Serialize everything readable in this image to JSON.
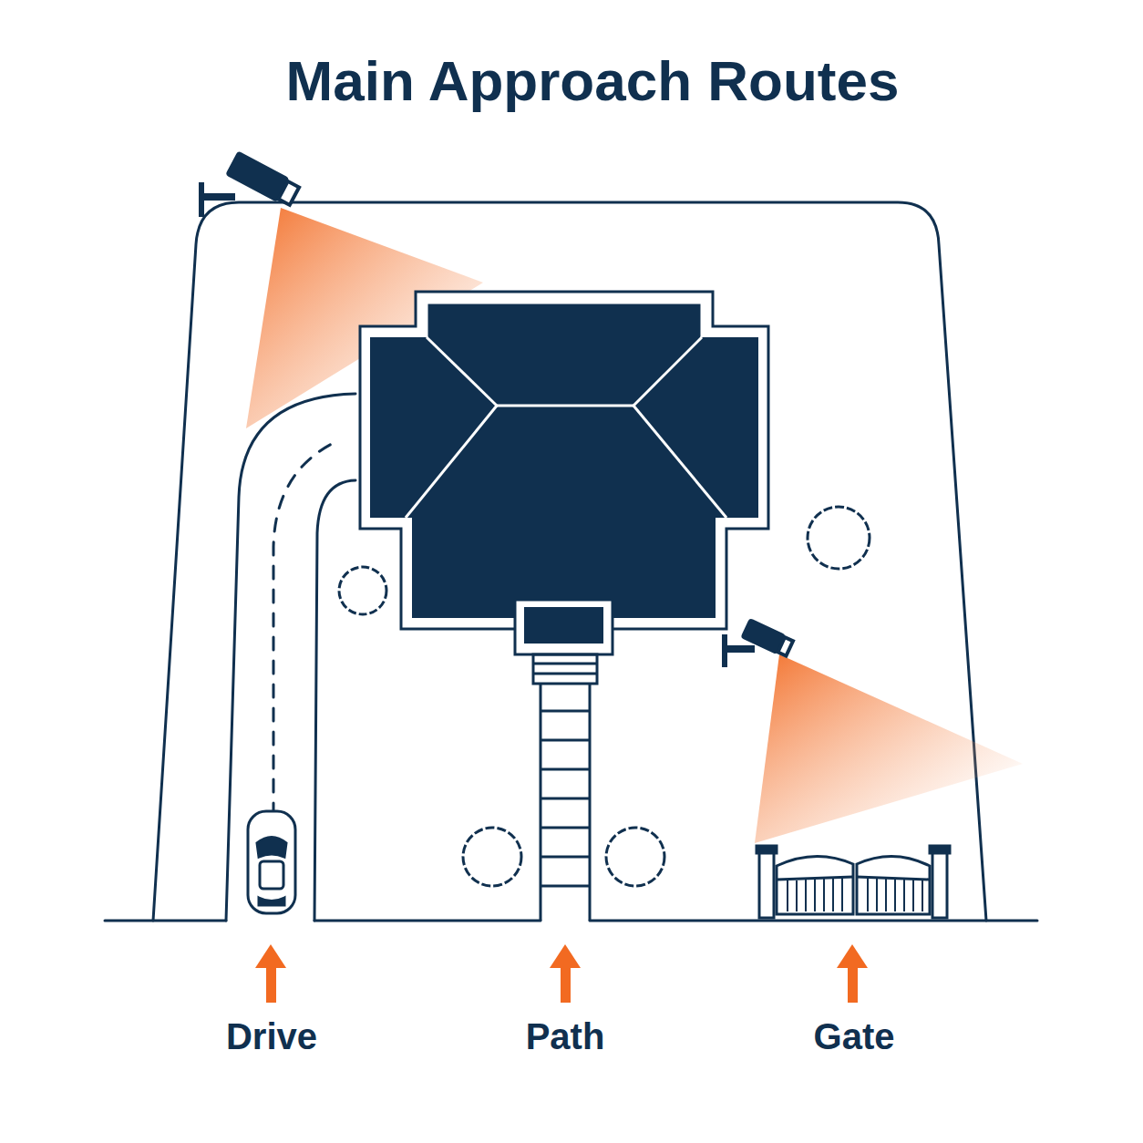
{
  "diagram": {
    "title": "Main Approach Routes",
    "labels": [
      "Drive",
      "Path",
      "Gate"
    ]
  }
}
